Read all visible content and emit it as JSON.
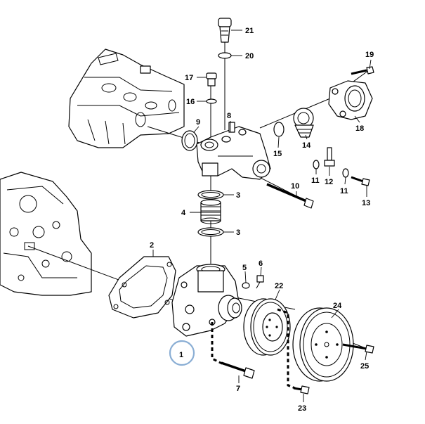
{
  "labels": {
    "p1": "1",
    "p2": "2",
    "p3a": "3",
    "p3b": "3",
    "p4": "4",
    "p5": "5",
    "p6": "6",
    "p7": "7",
    "p8": "8",
    "p9": "9",
    "p10": "10",
    "p11a": "11",
    "p11b": "11",
    "p12": "12",
    "p13": "13",
    "p14": "14",
    "p15": "15",
    "p16": "16",
    "p17": "17",
    "p18": "18",
    "p19": "19",
    "p20": "20",
    "p21": "21",
    "p22": "22",
    "p23": "23",
    "p24": "24",
    "p25": "25"
  },
  "highlight": {
    "part": "1",
    "color": "#8aaed4"
  }
}
